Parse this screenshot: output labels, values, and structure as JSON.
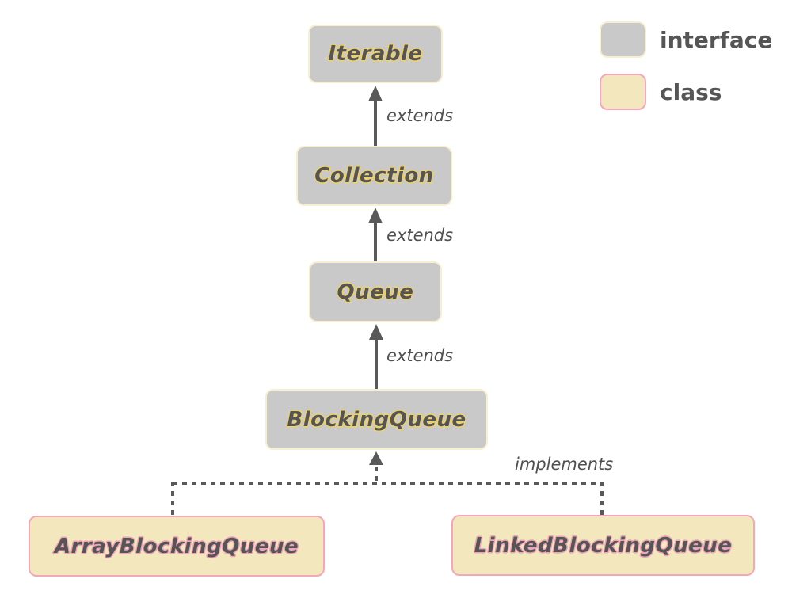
{
  "diagram": {
    "nodes": {
      "iterable": {
        "label": "Iterable",
        "type": "interface"
      },
      "collection": {
        "label": "Collection",
        "type": "interface"
      },
      "queue": {
        "label": "Queue",
        "type": "interface"
      },
      "blocking_queue": {
        "label": "BlockingQueue",
        "type": "interface"
      },
      "array_blocking_queue": {
        "label": "ArrayBlockingQueue",
        "type": "class"
      },
      "linked_blocking_queue": {
        "label": "LinkedBlockingQueue",
        "type": "class"
      }
    },
    "edges": {
      "extends_label": "extends",
      "implements_label": "implements"
    }
  },
  "legend": {
    "items": [
      {
        "label": "interface",
        "type": "interface"
      },
      {
        "label": "class",
        "type": "class"
      }
    ]
  },
  "colors": {
    "interface_fill": "#c9c9c9",
    "interface_border": "#f7efcf",
    "interface_text_outline": "#eed269",
    "class_fill": "#f2e7bd",
    "class_border": "#f5a6ba",
    "class_text_outline": "#f0a2b8",
    "label_text": "#555555",
    "edge_label_text": "#4f4f4f",
    "arrow": "#595959",
    "background": "#ffffff"
  }
}
